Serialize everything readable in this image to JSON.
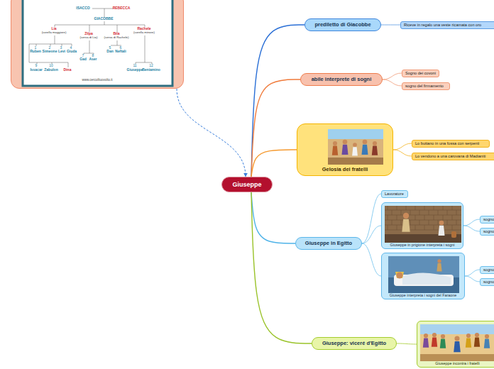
{
  "diagram": {
    "nodes": [
      {
        "text": [
          "www.cercoiltuovolto.it"
        ]
      },
      {
        "text": [
          "Giuseppe"
        ]
      },
      {
        "text": [
          "prediletto di Giacobbe"
        ]
      },
      {
        "text": [
          "Riceve in regalo una veste ricamata con oro"
        ]
      },
      {
        "text": [
          "abile interprete di sogni"
        ]
      },
      {
        "text": [
          "Sogno dei covoni"
        ]
      },
      {
        "text": [
          "sogno del firmamento"
        ]
      },
      {
        "text": [
          "Gelosia dei fratelli"
        ]
      },
      {
        "text": [
          "Lo buttano in una fossa con serpenti"
        ]
      },
      {
        "text": [
          "Lo vendono a una carovana di Madianiti"
        ]
      },
      {
        "text": [
          "Giuseppe in Egitto"
        ]
      },
      {
        "text": [
          "Lavoratore"
        ]
      },
      {
        "text": [
          "Giuseppe in prigione interpreta i sogni"
        ]
      },
      {
        "text": [
          "sogno"
        ]
      },
      {
        "text": [
          "sogno"
        ]
      },
      {
        "text": [
          "Giuseppe interpreta i sogni del Faraone"
        ]
      },
      {
        "text": [
          "sogno"
        ]
      },
      {
        "text": [
          "sogno"
        ]
      },
      {
        "text": [
          "Giuseppe: viceré d'Egitto"
        ]
      },
      {
        "text": [
          "Giuseppe incontra i fratelli"
        ]
      }
    ],
    "edges": [
      {
        "from": 0,
        "to": 1,
        "arrow": "to"
      },
      {
        "from": 1,
        "to": 2,
        "arrow": "none"
      },
      {
        "from": 2,
        "to": 3,
        "arrow": "none"
      },
      {
        "from": 1,
        "to": 4,
        "arrow": "none"
      },
      {
        "from": 4,
        "to": 5,
        "arrow": "none"
      },
      {
        "from": 4,
        "to": 6,
        "arrow": "none"
      },
      {
        "from": 1,
        "to": 7,
        "arrow": "none"
      },
      {
        "from": 7,
        "to": 8,
        "arrow": "none"
      },
      {
        "from": 7,
        "to": 9,
        "arrow": "none"
      },
      {
        "from": 1,
        "to": 10,
        "arrow": "none"
      },
      {
        "from": 10,
        "to": 11,
        "arrow": "none"
      },
      {
        "from": 10,
        "to": 12,
        "arrow": "none"
      },
      {
        "from": 10,
        "to": 15,
        "arrow": "none"
      },
      {
        "from": 12,
        "to": 13,
        "arrow": "none"
      },
      {
        "from": 12,
        "to": 14,
        "arrow": "none"
      },
      {
        "from": 15,
        "to": 16,
        "arrow": "none"
      },
      {
        "from": 15,
        "to": 17,
        "arrow": "none"
      },
      {
        "from": 1,
        "to": 18,
        "arrow": "none"
      },
      {
        "from": 18,
        "to": 19,
        "arrow": "none"
      }
    ],
    "labels": [
      "ISACCO",
      "REBECCA",
      "GIACOBBE",
      "Lia",
      "(sorella maggiore)",
      "Zilpa",
      "(serva di Lia)",
      "Bila",
      "(serva di Rachele)",
      "Rachele",
      "(sorella minore)",
      "1",
      "2",
      "3",
      "4",
      "Ruben",
      "Simeone",
      "Levi",
      "Giuda",
      "5",
      "6",
      "Dan",
      "Neftali",
      "7",
      "8",
      "Gad",
      "Aser",
      "9",
      "10",
      "Issacar",
      "Zabulon",
      "Dina",
      "11",
      "12",
      "Giuseppe",
      "Beniamino"
    ]
  }
}
